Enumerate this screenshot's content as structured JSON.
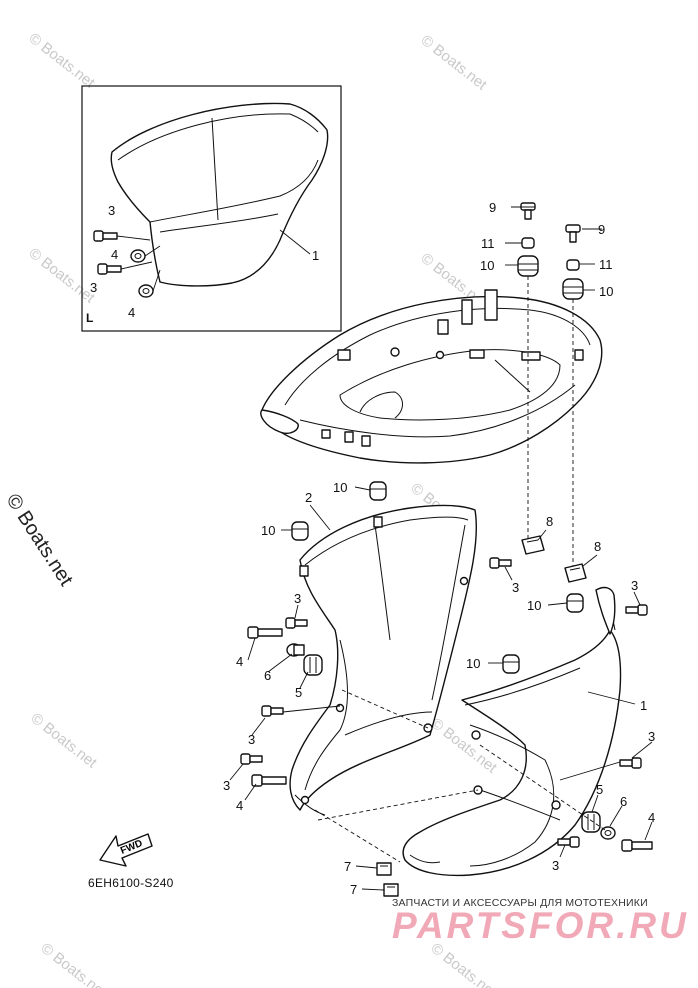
{
  "diagram": {
    "code": "6EH6100-S240",
    "inset_label": "L",
    "direction_arrow": "FWD",
    "copyright": "© Boats.net",
    "watermark": "© Boats.net"
  },
  "callouts": {
    "c1": "1",
    "c2": "2",
    "c3": "3",
    "c4": "4",
    "c5": "5",
    "c6": "6",
    "c7": "7",
    "c8": "8",
    "c9": "9",
    "c10": "10",
    "c11": "11"
  },
  "banner": {
    "subtitle": "ЗАПЧАСТИ И АКСЕССУАРЫ ДЛЯ МОТОТЕХНИКИ",
    "brand": "PARTSFOR.RU",
    "brand_color": "#f1a9b7"
  }
}
